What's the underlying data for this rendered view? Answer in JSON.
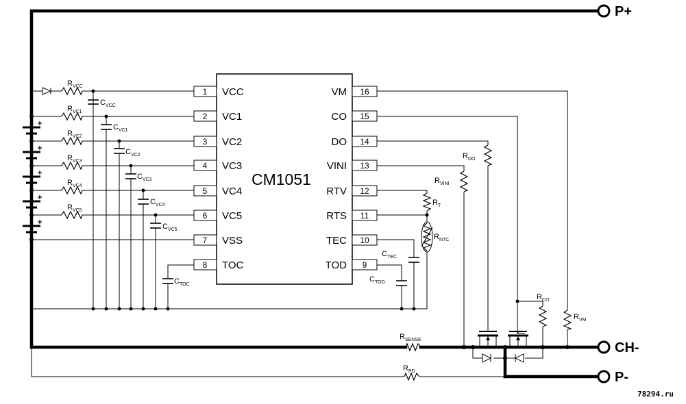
{
  "chip": {
    "name": "CM1051",
    "left_pins": [
      {
        "num": "1",
        "name": "VCC"
      },
      {
        "num": "2",
        "name": "VC1"
      },
      {
        "num": "3",
        "name": "VC2"
      },
      {
        "num": "4",
        "name": "VC3"
      },
      {
        "num": "5",
        "name": "VC4"
      },
      {
        "num": "6",
        "name": "VC5"
      },
      {
        "num": "7",
        "name": "VSS"
      },
      {
        "num": "8",
        "name": "TOC"
      }
    ],
    "right_pins": [
      {
        "num": "16",
        "name": "VM"
      },
      {
        "num": "15",
        "name": "CO"
      },
      {
        "num": "14",
        "name": "DO"
      },
      {
        "num": "13",
        "name": "VINI"
      },
      {
        "num": "12",
        "name": "RTV"
      },
      {
        "num": "11",
        "name": "RTS"
      },
      {
        "num": "10",
        "name": "TEC"
      },
      {
        "num": "9",
        "name": "TOD"
      }
    ]
  },
  "terminals": {
    "p_plus": "P+",
    "ch_minus": "CH-",
    "p_minus": "P-"
  },
  "components": {
    "r_vcc": {
      "main": "R",
      "sub": "VCC"
    },
    "r_vc1": {
      "main": "R",
      "sub": "VC1"
    },
    "r_vc2": {
      "main": "R",
      "sub": "VC2"
    },
    "r_vc3": {
      "main": "R",
      "sub": "VC3"
    },
    "r_vc4": {
      "main": "R",
      "sub": "VC4"
    },
    "r_vc5": {
      "main": "R",
      "sub": "VC5"
    },
    "c_vcc": {
      "main": "C",
      "sub": "VCC"
    },
    "c_vc1": {
      "main": "C",
      "sub": "VC1"
    },
    "c_vc2": {
      "main": "C",
      "sub": "VC2"
    },
    "c_vc3": {
      "main": "C",
      "sub": "VC3"
    },
    "c_vc4": {
      "main": "C",
      "sub": "VC4"
    },
    "c_vc5": {
      "main": "C",
      "sub": "VC5"
    },
    "c_toc": {
      "main": "C",
      "sub": "TOC"
    },
    "c_tec": {
      "main": "C",
      "sub": "TEC"
    },
    "c_tod": {
      "main": "C",
      "sub": "TOD"
    },
    "r_do": {
      "main": "R",
      "sub": "DO"
    },
    "r_vini": {
      "main": "R",
      "sub": "VINI"
    },
    "r_t": {
      "main": "R",
      "sub": "T"
    },
    "r_ntc": {
      "main": "R",
      "sub": "NTC"
    },
    "r_co": {
      "main": "R",
      "sub": "CO"
    },
    "r_vm": {
      "main": "R",
      "sub": "VM"
    },
    "r_sense": {
      "main": "R",
      "sub": "SENSE"
    },
    "r_pd": {
      "main": "R",
      "sub": "PD"
    }
  },
  "watermark": "78294.ru"
}
